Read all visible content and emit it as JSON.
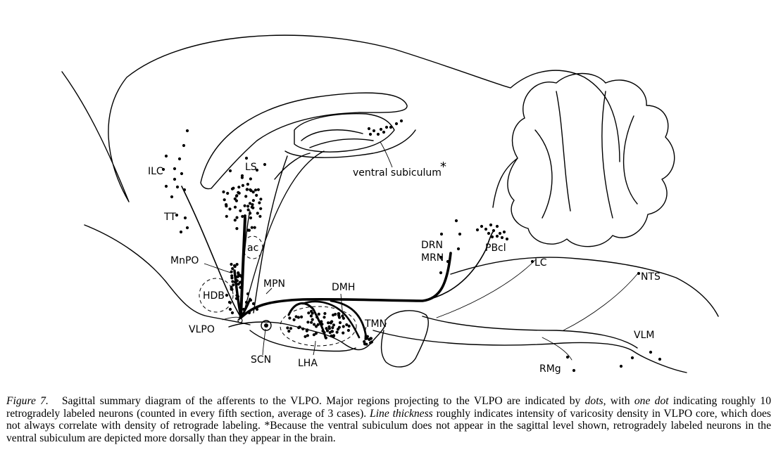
{
  "labels": {
    "ilc": "ILC",
    "ls": "LS",
    "tt": "TT",
    "ac": "ac",
    "mnpo": "MnPO",
    "hdb": "HDB",
    "mpn": "MPN",
    "vlpo": "VLPO",
    "scn": "SCN",
    "lha": "LHA",
    "dmh": "DMH",
    "tmn": "TMN",
    "ventral_subiculum": "ventral subiculum",
    "asterisk": "*",
    "drn": "DRN",
    "mrn": "MRN",
    "pbcl": "PBcl",
    "lc": "LC",
    "nts": "NTS",
    "vlm": "VLM",
    "rmg": "RMg"
  },
  "caption": {
    "figure_label": "Figure 7.",
    "part1": "Sagittal summary diagram of the afferents to the VLPO. Major regions projecting to the VLPO are indicated by ",
    "dots": "dots",
    "part2": ", with ",
    "one_dot": "one dot",
    "part3": " indicating roughly 10 retrogradely labeled neurons (counted in every fifth section, average of 3 cases). ",
    "line_thickness": "Line thickness",
    "part4": " roughly indicates intensity of varicosity density in VLPO core, which does not always correlate with density of retrograde labeling. *Because the ventral subiculum does not appear in the sagittal level shown, retrogradely labeled neurons in the ventral subiculum are depicted more dorsally than they appear in the brain."
  }
}
